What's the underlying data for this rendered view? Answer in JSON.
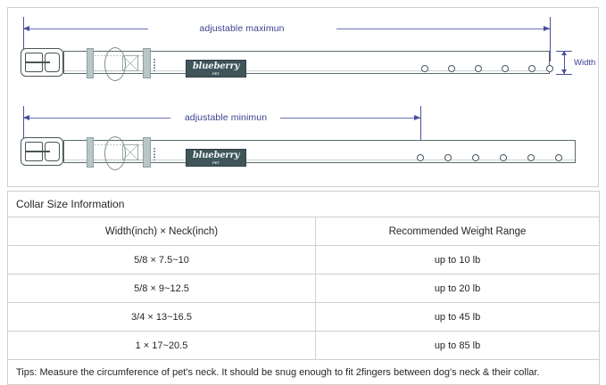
{
  "diagram": {
    "rows": [
      {
        "id": "adjustable-maximum",
        "dimension_label": "adjustable maximun",
        "brand_logo": {
          "main": "blueberry",
          "sub": "PET"
        },
        "holes": 6,
        "width_label": "Width"
      },
      {
        "id": "adjustable-minimum",
        "dimension_label": "adjustable minimun",
        "brand_logo": {
          "main": "blueberry",
          "sub": "PET"
        },
        "holes": 6
      }
    ],
    "colors": {
      "dimension_line": "#6b72b5",
      "dimension_text": "#3a3f8f",
      "strap_outline": "#5a6a6a",
      "keeper": "#b9c6c6",
      "logo_patch": "#40555a"
    }
  },
  "table": {
    "title": "Collar Size Information",
    "headers": [
      "Width(inch)  ×  Neck(inch)",
      "Recommended Weight Range"
    ],
    "rows": [
      [
        "5/8 × 7.5~10",
        "up to 10 lb"
      ],
      [
        "5/8 × 9~12.5",
        "up to 20 lb"
      ],
      [
        "3/4 × 13~16.5",
        "up to 45 lb"
      ],
      [
        "1 × 17~20.5",
        "up to 85 lb"
      ]
    ],
    "tips": "Tips: Measure the circumference of pet's neck. It should be snug enough to fit 2fingers between dog's neck & their collar."
  }
}
